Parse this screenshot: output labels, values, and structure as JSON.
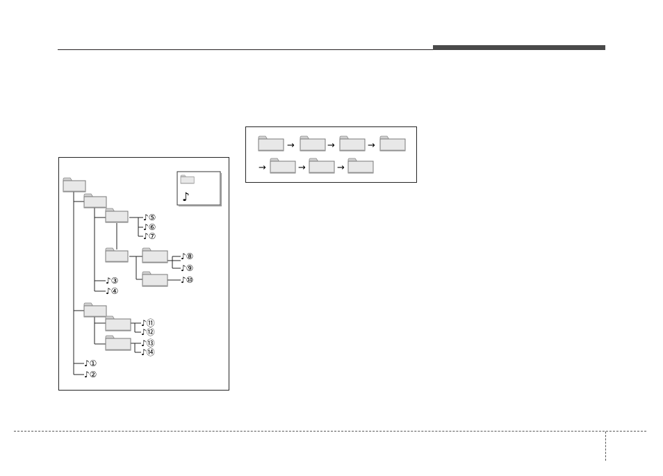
{
  "page": {
    "header_rule_color": "#231f20",
    "header_bar_color": "#4a4a4a"
  },
  "tree_diagram": {
    "legend": {
      "folder_icon": "folder-icon",
      "file_icon": "music-note-icon",
      "note_glyph": "♪"
    },
    "file_labels": {
      "f1": "♪①",
      "f2": "♪②",
      "f3": "♪③",
      "f4": "♪④",
      "f5": "♪⑤",
      "f6": "♪⑥",
      "f7": "♪⑦",
      "f8": "♪⑧",
      "f9": "♪⑨",
      "f10": "♪⑩",
      "f11": "♪⑪",
      "f12": "♪⑫",
      "f13": "♪⑬",
      "f14": "♪⑭"
    }
  },
  "folder_order": {
    "arrow": "→",
    "folders_row1": 4,
    "folders_row2": 3
  }
}
